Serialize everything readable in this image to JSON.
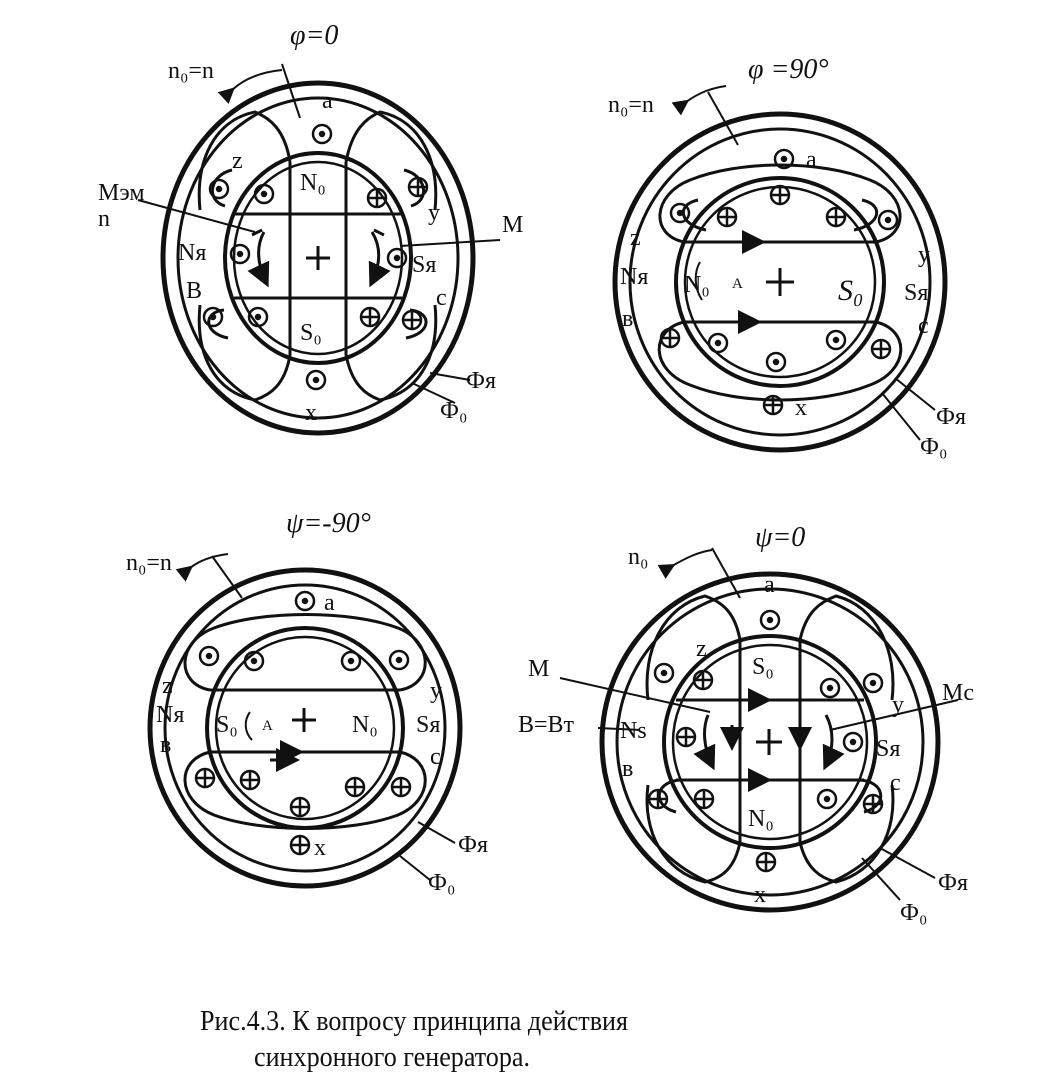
{
  "figure": {
    "panels": [
      {
        "id": "p1",
        "angle_label": "φ=0",
        "speed_label": "n₀=n",
        "phase_a": "a",
        "phase_x": "x",
        "phase_y": "y",
        "phase_z": "z",
        "phase_b": "B",
        "phase_c": "c",
        "rotor_pole_top": "N₀",
        "rotor_pole_bottom": "S₀",
        "armature_pole_left": "Nя",
        "armature_pole_right": "Sя",
        "torque_label_left": "Mэм",
        "torque_sub_left": "n",
        "torque_label_right": "M",
        "flux_armature": "Фя",
        "flux_field": "Ф₀"
      },
      {
        "id": "p2",
        "angle_label": "φ =90°",
        "speed_label": "n₀=n",
        "phase_a": "a",
        "phase_x": "x",
        "phase_y": "y",
        "phase_z": "z",
        "phase_b": "в",
        "phase_c": "c",
        "rotor_pole_left": "N₀",
        "rotor_pole_right": "S₀",
        "rotor_marker": "A",
        "armature_pole_left": "Nя",
        "armature_pole_right": "Sя",
        "flux_armature": "Фя",
        "flux_field": "Ф₀"
      },
      {
        "id": "p3",
        "angle_label": "ψ=-90°",
        "speed_label": "n₀=n",
        "phase_a": "a",
        "phase_x": "x",
        "phase_y": "y",
        "phase_z": "z",
        "phase_b": "в",
        "phase_c": "c",
        "rotor_pole_left": "S₀",
        "rotor_pole_right": "N₀",
        "rotor_marker": "A",
        "armature_pole_left": "Nя",
        "armature_pole_right": "Sя",
        "flux_armature": "Фя",
        "flux_field": "Ф₀"
      },
      {
        "id": "p4",
        "angle_label": "ψ=0",
        "speed_label": "n₀",
        "phase_a": "a",
        "phase_x": "x",
        "phase_y": "y",
        "phase_z": "z",
        "phase_b": "в",
        "phase_c": "c",
        "rotor_pole_top": "S₀",
        "rotor_pole_bottom": "N₀",
        "armature_pole_left": "Ns",
        "armature_pole_right": "Sя",
        "torque_label_left": "M",
        "torque_label_right": "Mc",
        "field_label": "B=Bт",
        "flux_armature": "Фя",
        "flux_field": "Ф₀"
      }
    ],
    "caption_line1": "Рис.4.3. К вопросу принципа действия",
    "caption_line2": "синхронного генератора."
  }
}
